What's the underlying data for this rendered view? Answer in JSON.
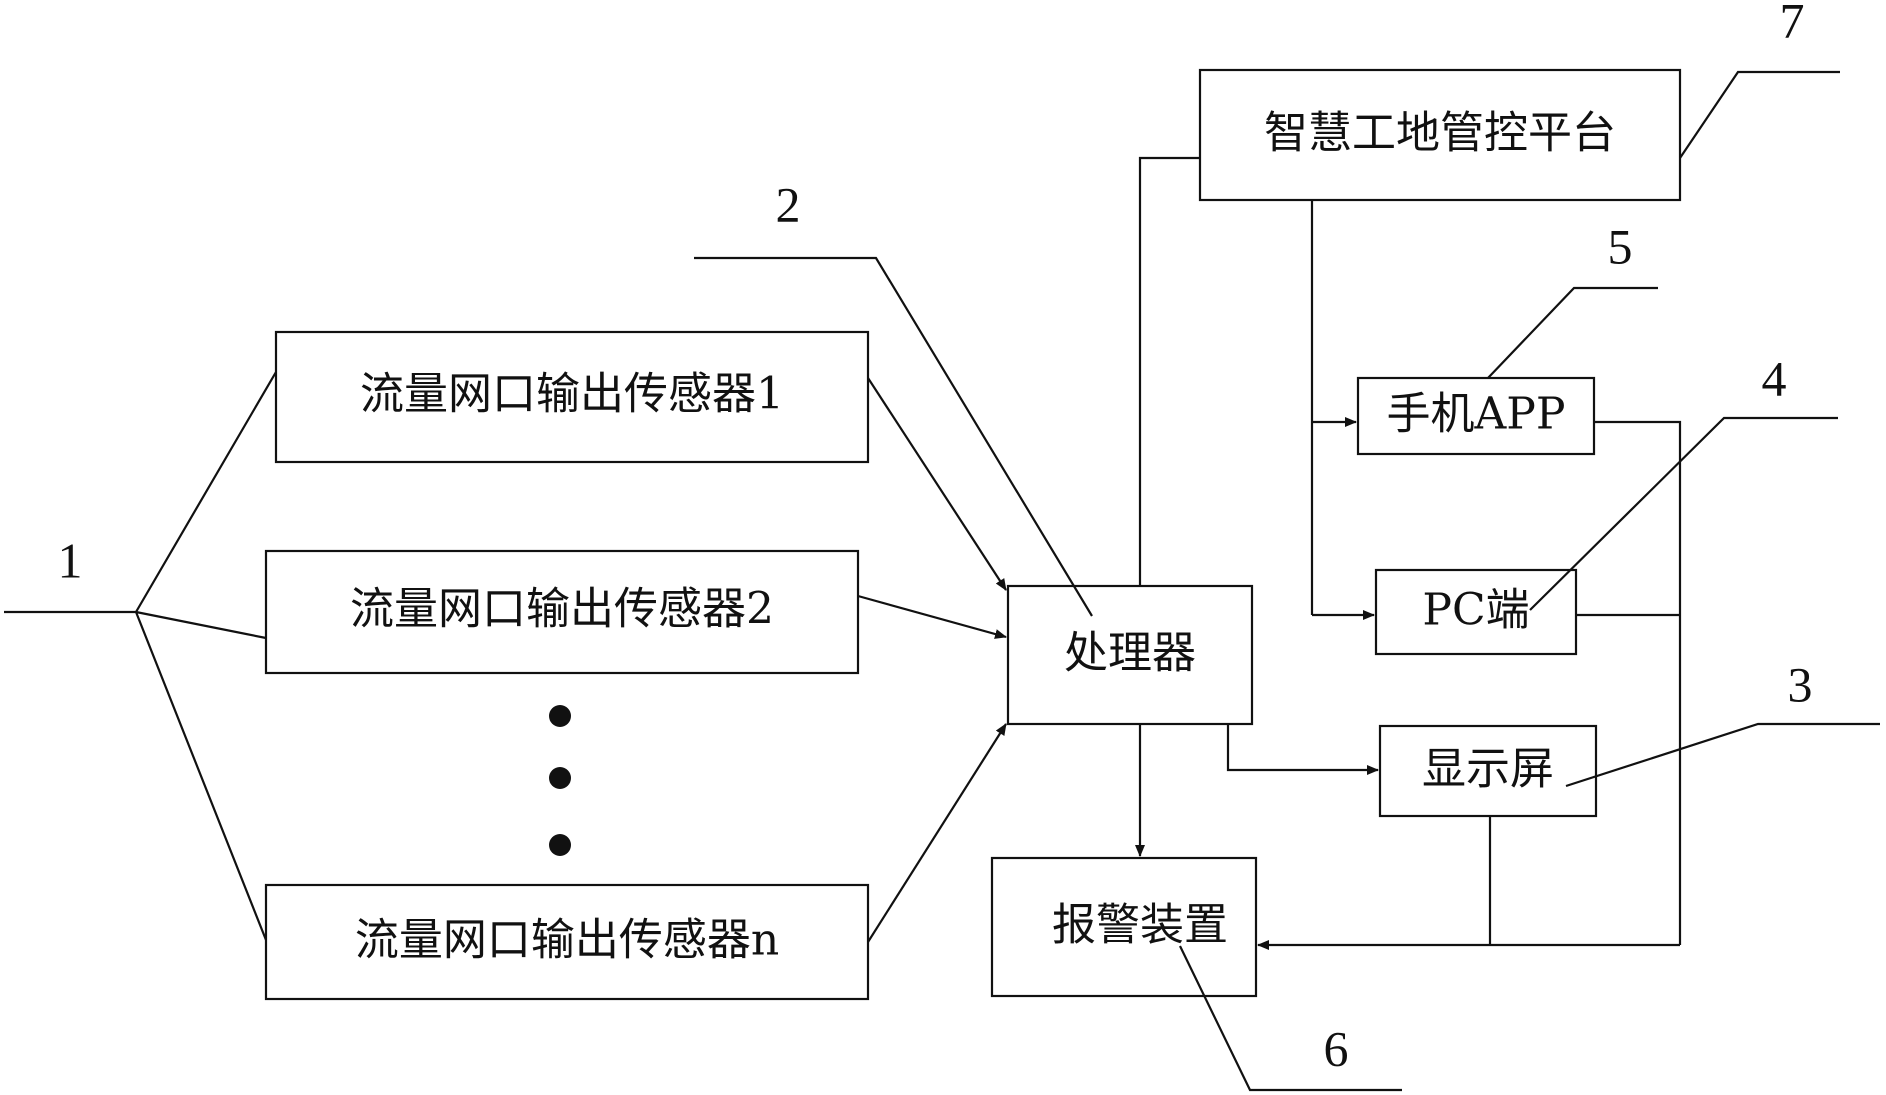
{
  "nodes": {
    "sensor_1": "流量网口输出传感器1",
    "sensor_2": "流量网口输出传感器2",
    "sensor_n": "流量网口输出传感器n",
    "processor": "处理器",
    "platform": "智慧工地管控平台",
    "mobile_app": "手机APP",
    "pc": "PC端",
    "display": "显示屏",
    "alarm": "报警装置"
  },
  "callouts": {
    "c1": "1",
    "c2": "2",
    "c3": "3",
    "c4": "4",
    "c5": "5",
    "c6": "6",
    "c7": "7"
  },
  "colors": {
    "line": "#111111",
    "background": "#ffffff"
  }
}
